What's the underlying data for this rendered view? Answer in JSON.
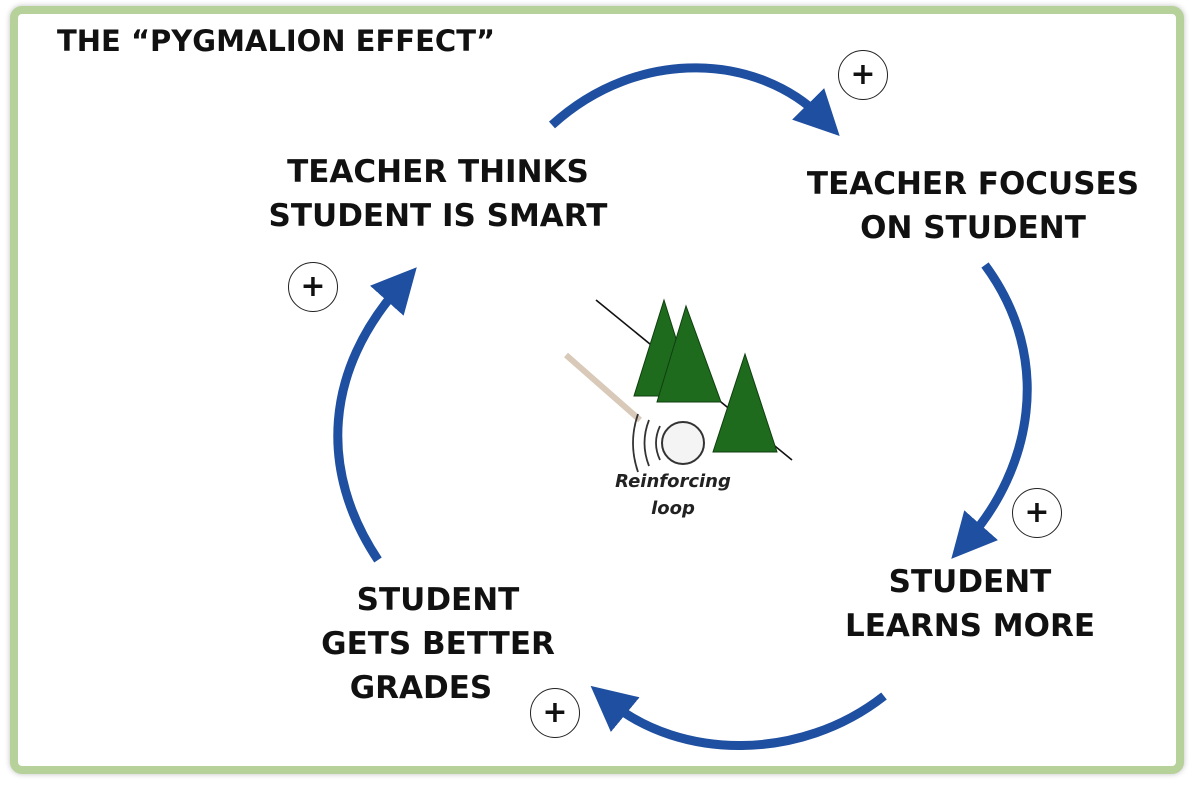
{
  "title": "THE “PYGMALION EFFECT”",
  "nodes": {
    "teacher_thinks": [
      "TEACHER THINKS",
      "STUDENT IS SMART"
    ],
    "teacher_focuses": [
      "TEACHER FOCUSES",
      "ON STUDENT"
    ],
    "student_learns": [
      "STUDENT",
      "LEARNS MORE"
    ],
    "student_grades": [
      "STUDENT",
      "GETS BETTER",
      "GRADES"
    ]
  },
  "polarity": {
    "top_right": "+",
    "left": "+",
    "right": "+",
    "bottom": "+"
  },
  "center": {
    "loop_label": [
      "Reinforcing",
      "loop"
    ],
    "icon": "snowball-rolling-downhill-trees-icon"
  },
  "colors": {
    "arrow": "#1f4fa0",
    "frame": "#b6d19a",
    "tree": "#1e6b1e"
  }
}
